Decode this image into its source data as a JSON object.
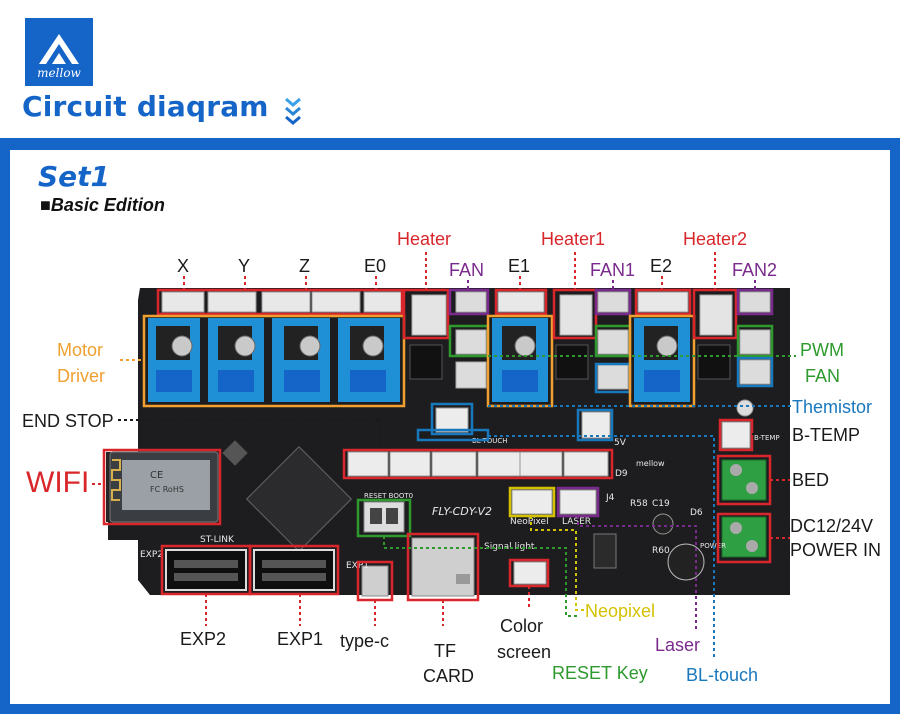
{
  "header": {
    "logo_text": "mellow",
    "title": "Circuit diaqram"
  },
  "set": {
    "title": "Set1",
    "subtitle": "Basic Edition"
  },
  "labels": {
    "x": "X",
    "y": "Y",
    "z": "Z",
    "e0": "E0",
    "heater": "Heater",
    "fan": "FAN",
    "e1": "E1",
    "heater1": "Heater1",
    "fan1": "FAN1",
    "e2": "E2",
    "heater2": "Heater2",
    "fan2": "FAN2",
    "motor": "Motor",
    "driver": "Driver",
    "end_stop": "END STOP",
    "wifi": "WIFI",
    "pwm": "PWM",
    "pwm_fan": "FAN",
    "thermistor": "Themistor",
    "b_temp": "B-TEMP",
    "bed": "BED",
    "power_1": "DC12/24V",
    "power_2": "POWER IN",
    "exp2": "EXP2",
    "exp1": "EXP1",
    "type_c": "type-c",
    "tf_1": "TF",
    "tf_2": "CARD",
    "color_1": "Color",
    "color_2": "screen",
    "neopixel": "Neopixel",
    "reset_key": "RESET Key",
    "laser": "Laser",
    "bl_touch": "BL-touch"
  },
  "board": {
    "silk_board": "FLY-CDY-V2",
    "silk_neopixel": "NeoPixel",
    "silk_laser": "LASER",
    "silk_signal": "Signal light",
    "silk_stlink": "ST-LINK",
    "silk_reset": "RESET BOOT0",
    "silk_blt": "BL-TOUCH",
    "silk_5v": "5V",
    "silk_expm2": "EXP2",
    "silk_expm1": "EXP1",
    "silk_j4": "J4",
    "silk_r58": "R58",
    "silk_c19": "C19",
    "silk_d6": "D6",
    "silk_d9": "D9",
    "silk_r60": "R60",
    "silk_btemp": "B-TEMP",
    "silk_power": "POWER",
    "silk_mellow": "mellow"
  },
  "colors": {
    "brand_blue": "#1565c8",
    "red": "#d8262b",
    "purple": "#7a2a8c",
    "green": "#2e9a2e",
    "blue": "#1878be",
    "orange": "#f0a030",
    "yellow": "#d4c200"
  }
}
